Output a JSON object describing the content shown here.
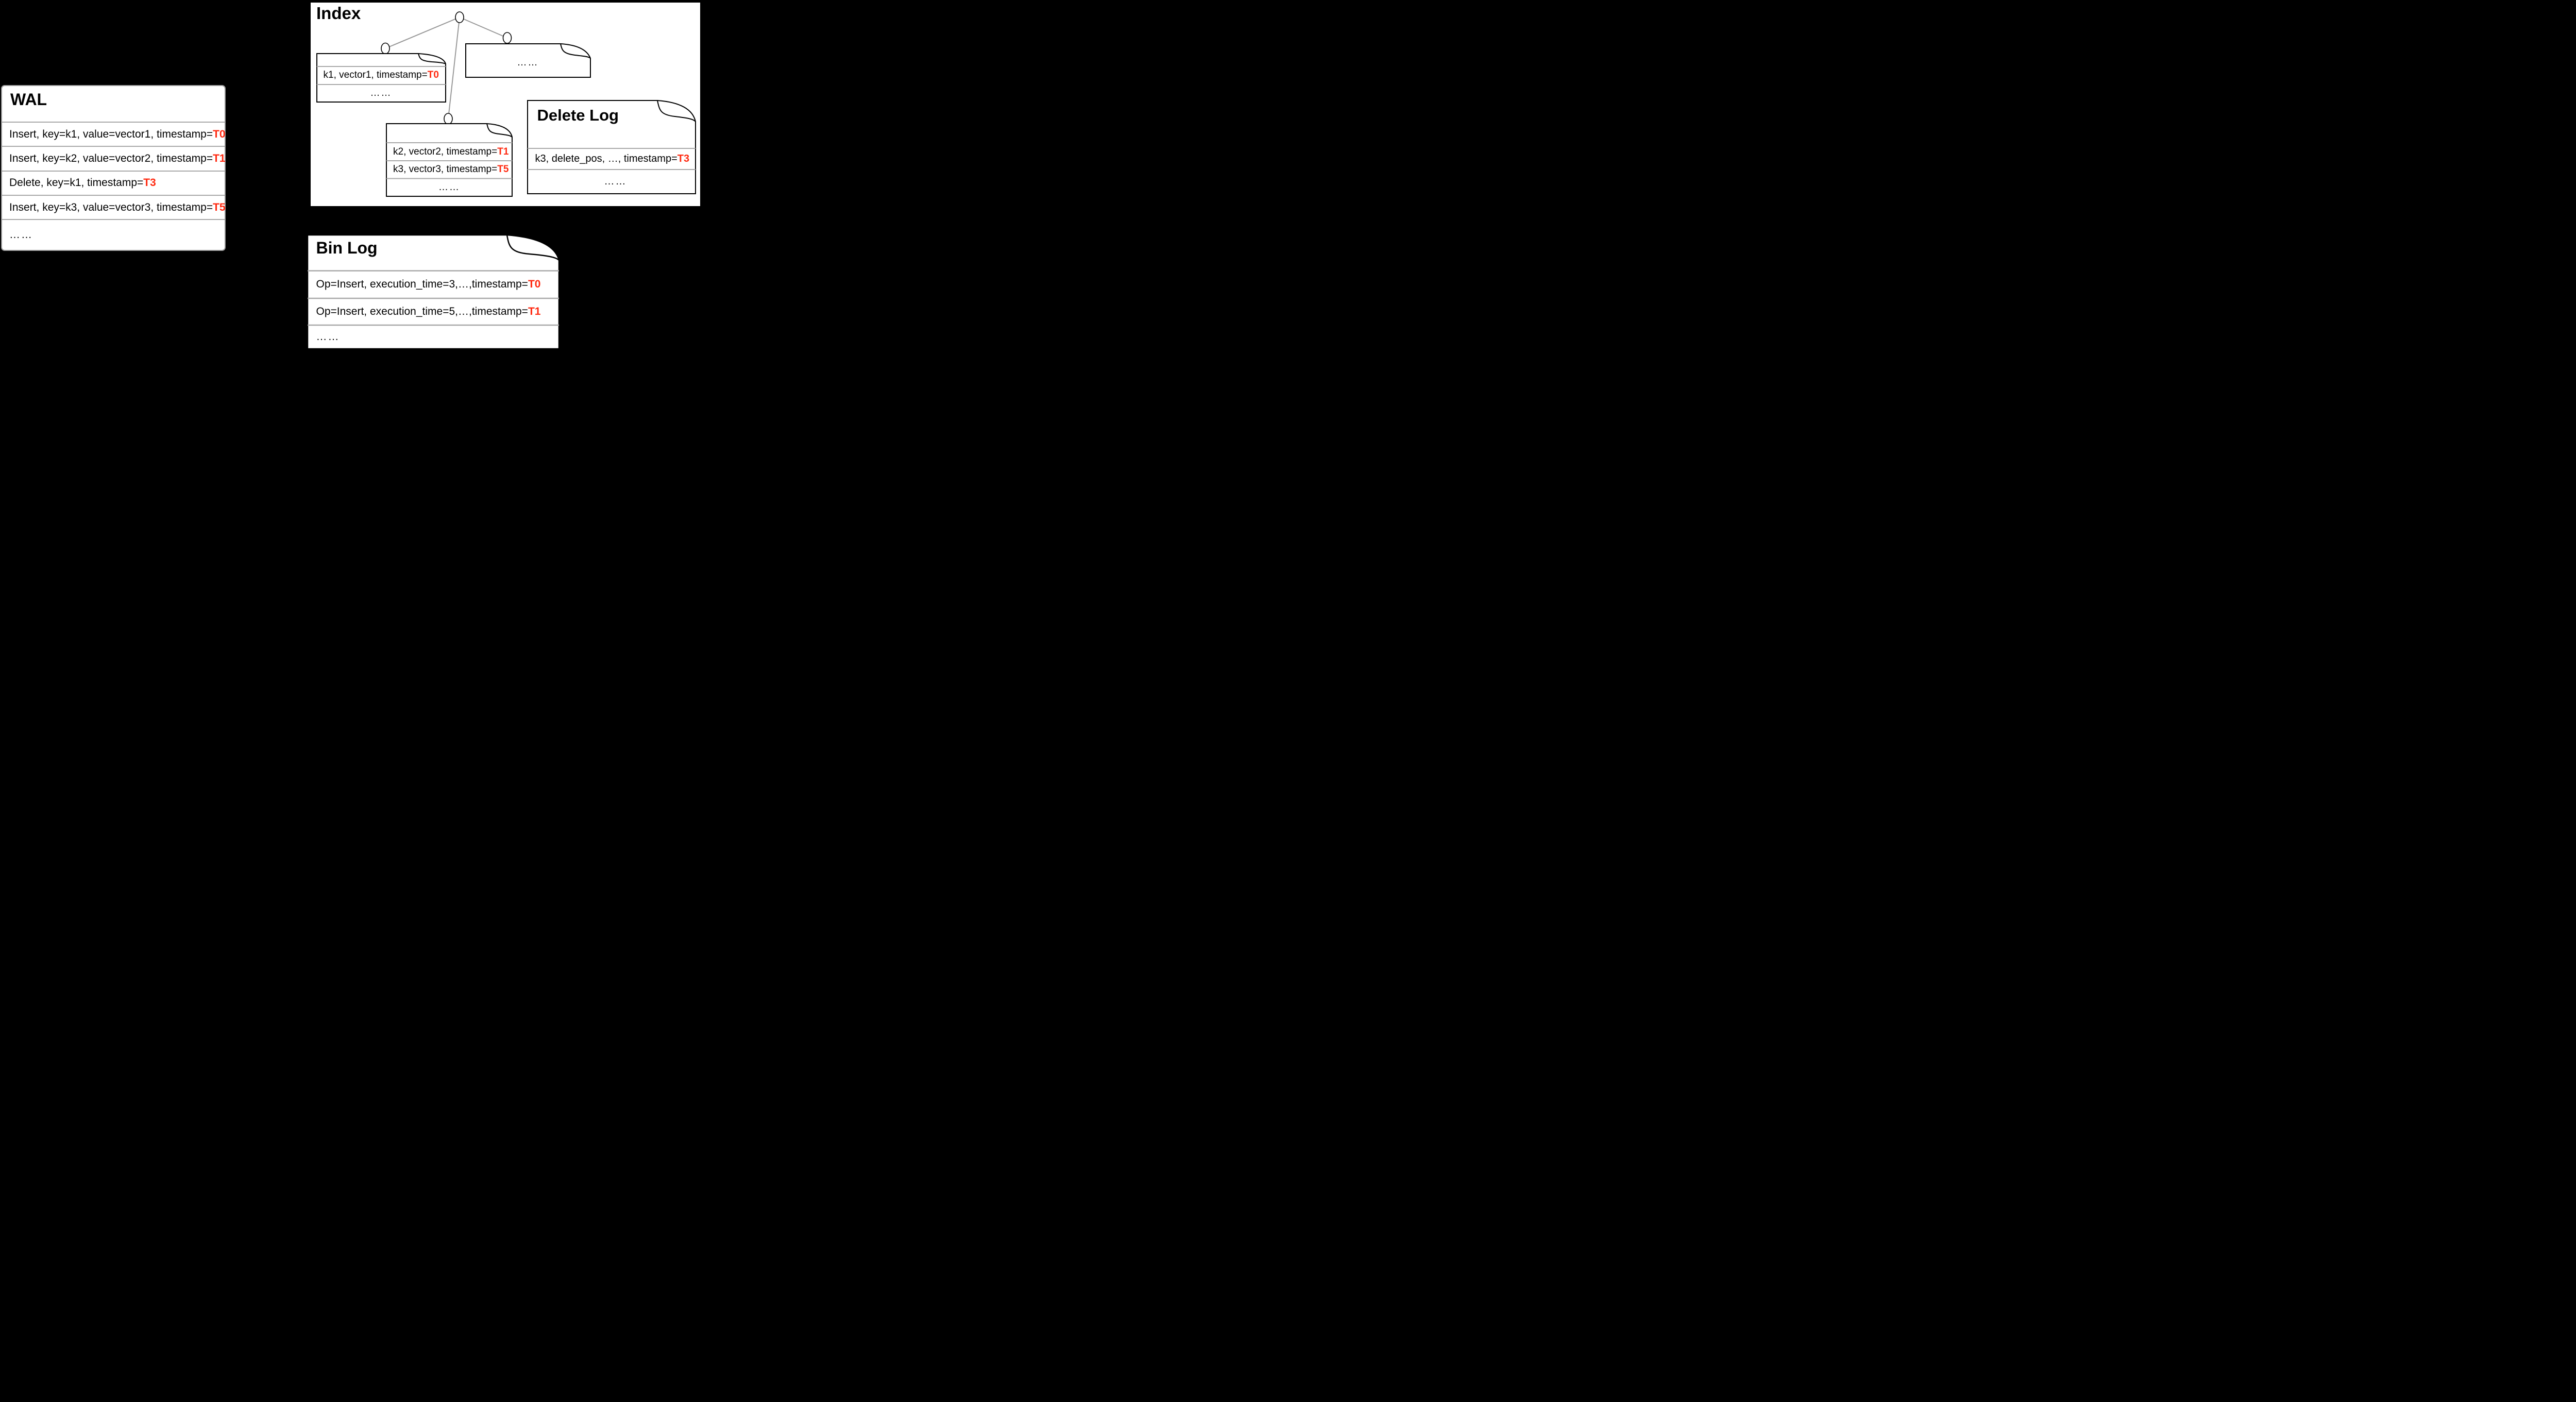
{
  "palette": {
    "red": "#ff2910",
    "separator": "#a9a9a9",
    "tree_edge": "#999999",
    "background": "#000000",
    "box_fill": "#ffffff"
  },
  "wal": {
    "title": "WAL",
    "rows": [
      {
        "text": "Insert, key=k1, value=vector1, timestamp=",
        "ts": "T0"
      },
      {
        "text": "Insert, key=k2, value=vector2, timestamp=",
        "ts": "T1"
      },
      {
        "text": "Delete, key=k1, timestamp=",
        "ts": "T3"
      },
      {
        "text": "Insert, key=k3, value=vector3, timestamp=",
        "ts": "T5"
      }
    ],
    "more": "……"
  },
  "index": {
    "title": "Index",
    "left_node": {
      "row": {
        "text": "k1, vector1, timestamp=",
        "ts": "T0"
      },
      "more": "……"
    },
    "right_node": {
      "more": "……"
    },
    "middle_node": {
      "rows": [
        {
          "text": "k2, vector2, timestamp=",
          "ts": "T1"
        },
        {
          "text": "k3, vector3, timestamp=",
          "ts": "T5"
        }
      ],
      "more": "……"
    }
  },
  "delete_log": {
    "title": "Delete Log",
    "row": {
      "text": "k3, delete_pos, …, timestamp=",
      "ts": "T3"
    },
    "more": "……"
  },
  "bin_log": {
    "title": "Bin Log",
    "rows": [
      {
        "text": "Op=Insert, execution_time=3,…,timestamp=",
        "ts": "T0"
      },
      {
        "text": "Op=Insert, execution_time=5,…,timestamp=",
        "ts": "T1"
      }
    ],
    "more": "……"
  }
}
